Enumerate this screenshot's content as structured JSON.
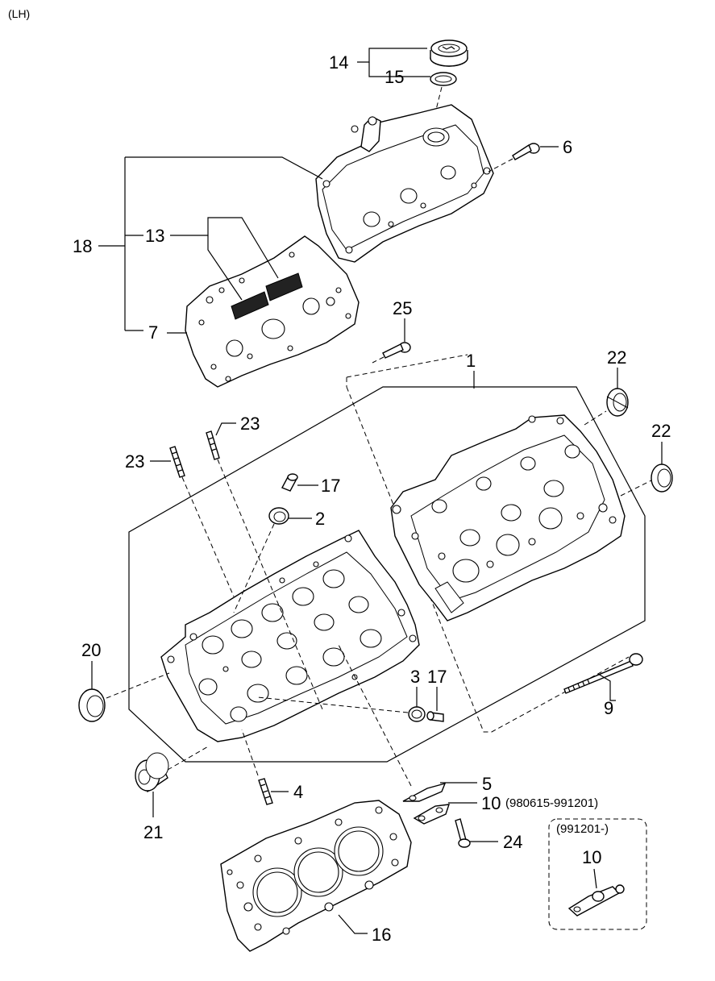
{
  "header": {
    "side": "(LH)"
  },
  "callouts": {
    "c14": "14",
    "c15": "15",
    "c6": "6",
    "c18": "18",
    "c13": "13",
    "c7": "7",
    "c25": "25",
    "c1": "1",
    "c22a": "22",
    "c22b": "22",
    "c23a": "23",
    "c23b": "23",
    "c17a": "17",
    "c2": "2",
    "c20": "20",
    "c3": "3",
    "c17b": "17",
    "c9": "9",
    "c4": "4",
    "c5": "5",
    "c10a": "10",
    "c10a_range": "(980615-991201)",
    "c24": "24",
    "c21": "21",
    "c16": "16"
  },
  "inset": {
    "range": "(991201-)",
    "label": "10"
  },
  "colors": {
    "line": "#000000",
    "background": "#ffffff"
  }
}
